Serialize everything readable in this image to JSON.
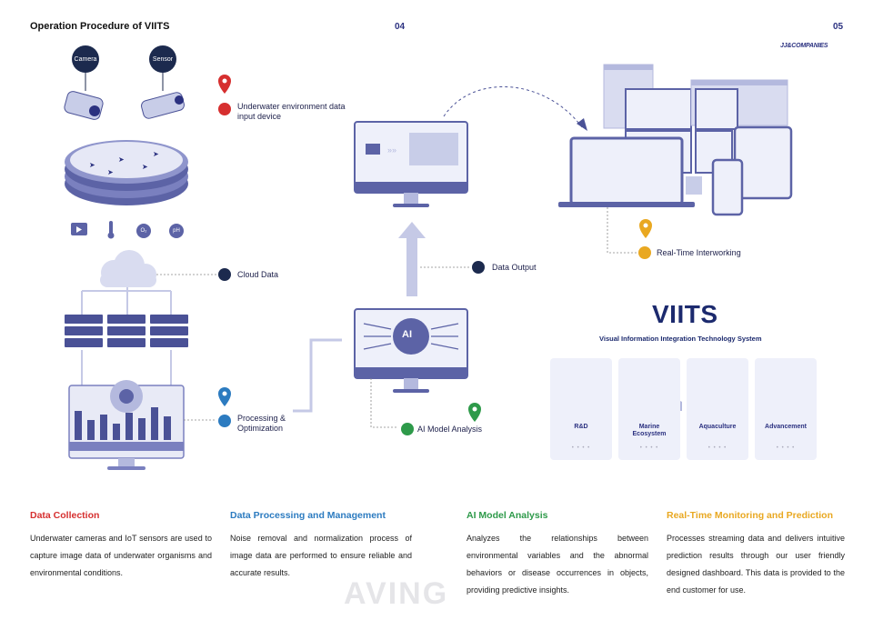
{
  "header": {
    "title": "Operation Procedure of VIITS",
    "page_left": "04",
    "page_right": "05",
    "brand": "JJ&COMPANIES"
  },
  "diagram": {
    "camera_label": "Camera",
    "sensor_label": "Sensor",
    "sensor_badges": [
      "O₂",
      "pH"
    ],
    "input_device": "Underwater environment data input device",
    "cloud_data": "Cloud Data",
    "processing": "Processing & Optimization",
    "ai_model": "AI Model Analysis",
    "data_output": "Data Output",
    "realtime": "Real-Time Interworking",
    "ai_chip": "AI"
  },
  "viits": {
    "title": "VIITS",
    "subtitle": "Visual Information Integration Technology System",
    "cards": [
      "R&D",
      "Marine Ecosystem",
      "Aquaculture",
      "Advancement"
    ]
  },
  "sections": [
    {
      "heading": "Data Collection",
      "color": "#d62f2f",
      "text": "Underwater cameras and IoT sensors are used to capture image data of underwater organisms and environmental conditions."
    },
    {
      "heading": "Data Processing and Management",
      "color": "#2c7bc0",
      "text": "Noise removal and normalization process of image data are performed to ensure reliable and accurate results."
    },
    {
      "heading": "AI Model Analysis",
      "color": "#2e9a4a",
      "text": "Analyzes the relationships between environmental variables and the abnormal behaviors or disease occurrences in objects, providing predictive insights."
    },
    {
      "heading": "Real-Time Monitoring and Prediction",
      "color": "#e9a821",
      "text": "Processes streaming data and delivers intuitive prediction results through our user friendly designed dashboard. This data is provided to the end customer for use."
    }
  ],
  "watermark": "AVING"
}
